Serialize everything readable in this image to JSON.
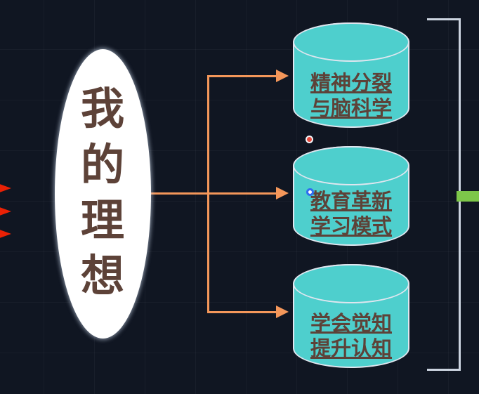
{
  "diagram": {
    "title": "我的理想",
    "background_color": "#101622",
    "root": {
      "id": "central-oval",
      "shape": "ellipse",
      "fill": "#ffffff",
      "text_color": "#5d4238",
      "lines": [
        "我",
        "的",
        "理",
        "想"
      ]
    },
    "children": [
      {
        "id": "node-1",
        "shape": "cylinder",
        "fill": "#4ecfcd",
        "stroke": "#dfe6ef",
        "text_color": "#5d4238",
        "lines": [
          "精神分裂",
          "与脑科学"
        ]
      },
      {
        "id": "node-2",
        "shape": "cylinder",
        "fill": "#4ecfcd",
        "stroke": "#dfe6ef",
        "text_color": "#5d4238",
        "lines": [
          "教育革新",
          "学习模式"
        ]
      },
      {
        "id": "node-3",
        "shape": "cylinder",
        "fill": "#4ecfcd",
        "stroke": "#dfe6ef",
        "text_color": "#5d4238",
        "lines": [
          "学会觉知",
          "提升认知"
        ]
      }
    ],
    "connectors": {
      "color": "#f4975a",
      "style": "orthogonal-arrow",
      "count": 3
    },
    "markers": [
      {
        "id": "dot-red",
        "color": "#e8493c",
        "ring": "#f2f4f8"
      },
      {
        "id": "dot-blue",
        "color": "#ffffff",
        "ring": "#2f6df0"
      }
    ],
    "red_arrows": {
      "color": "#ea2105",
      "count": 3,
      "direction": "right"
    },
    "bracket": {
      "color": "#ccd4e0",
      "orientation": "right"
    },
    "green_bar": {
      "color": "#7dc74a"
    }
  }
}
